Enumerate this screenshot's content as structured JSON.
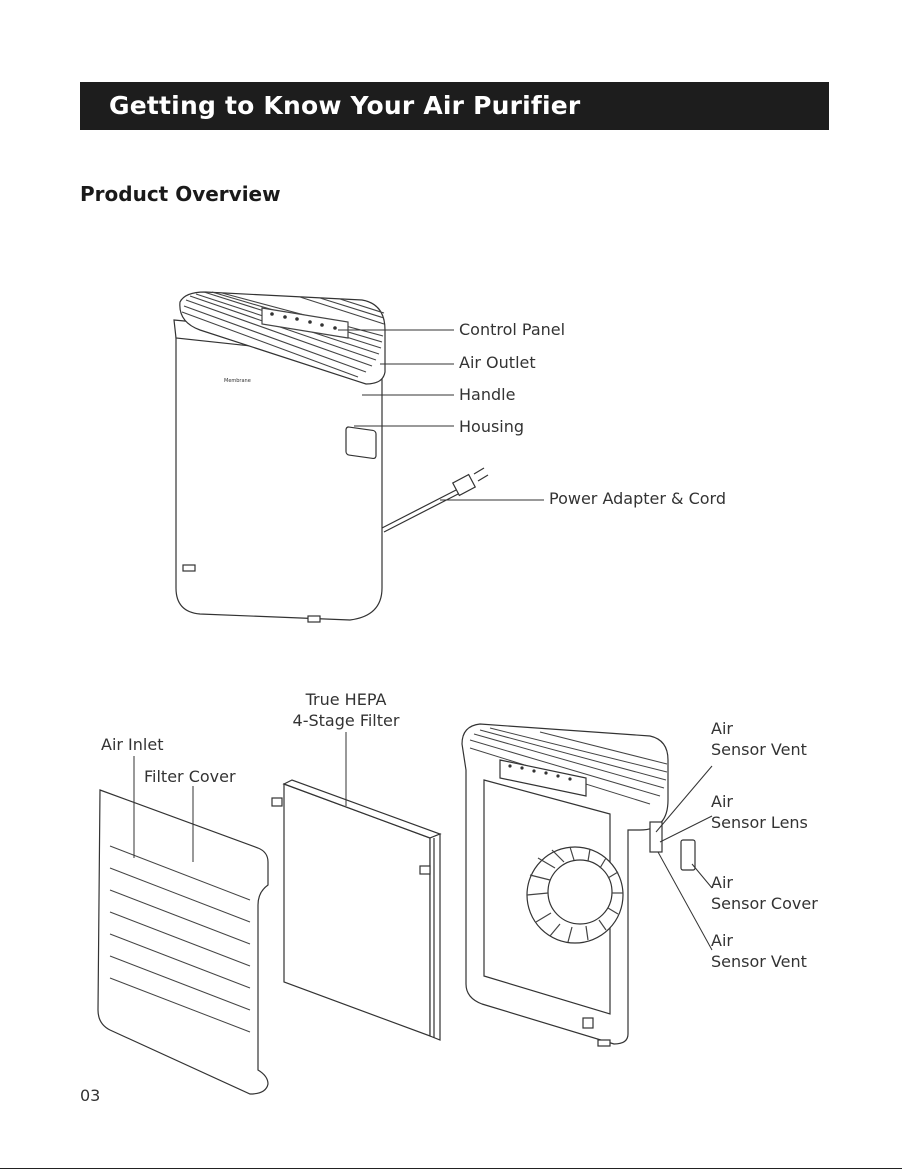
{
  "header": {
    "title": "Getting to Know Your Air Purifier"
  },
  "section": {
    "title": "Product Overview"
  },
  "labels": {
    "control_panel": "Control Panel",
    "air_outlet": "Air Outlet",
    "handle": "Handle",
    "housing": "Housing",
    "power_adapter": "Power Adapter & Cord",
    "filter_line1": "True HEPA",
    "filter_line2": "4-Stage Filter",
    "air_inlet": "Air Inlet",
    "filter_cover": "Filter Cover",
    "sensor_vent_top_1": "Air",
    "sensor_vent_top_2": "Sensor Vent",
    "sensor_lens_1": "Air",
    "sensor_lens_2": "Sensor Lens",
    "sensor_cover_1": "Air",
    "sensor_cover_2": "Sensor Cover",
    "sensor_vent_bottom_1": "Air",
    "sensor_vent_bottom_2": "Sensor Vent"
  },
  "brand_mark": "Membrane",
  "page_number": "03"
}
